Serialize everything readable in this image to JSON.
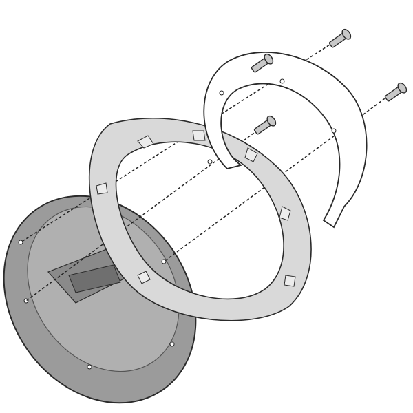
{
  "diagram": {
    "parts": [
      {
        "name": "tank-flange-plate"
      },
      {
        "name": "adapter-ring"
      },
      {
        "name": "flat-mounting-ring"
      },
      {
        "name": "screw",
        "count": 4
      }
    ],
    "colors": {
      "outline": "#2a2a2a",
      "plate": "#9b9b9b",
      "plate_inner": "#b4b4b4",
      "adapter_ring": "#d9d9d9",
      "flat_ring": "#ffffff",
      "screw": "#c8c8c8"
    }
  }
}
